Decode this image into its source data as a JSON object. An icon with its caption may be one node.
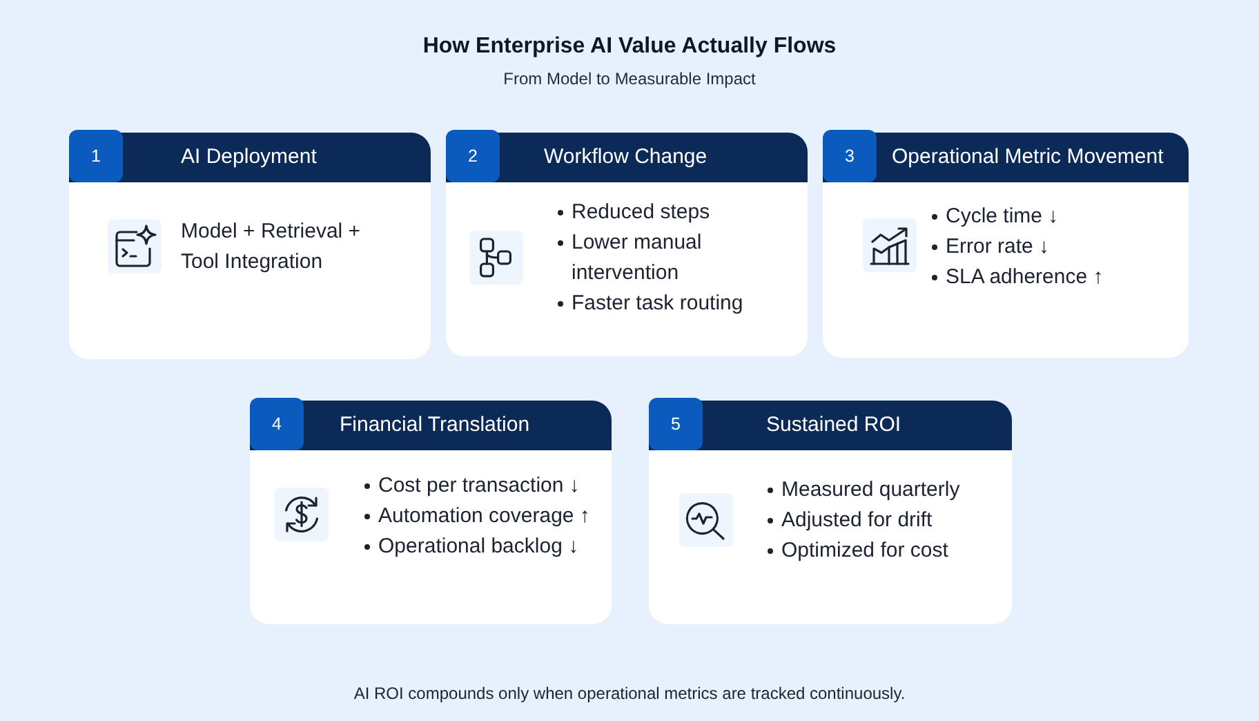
{
  "diagram": {
    "title": "How Enterprise AI Value Actually Flows",
    "caption": "AI ROI compounds only when operational metrics are tracked continuously.",
    "nodes": [
      {
        "text": [
          "AI Deployment",
          "Model + Retrieval + Tool Integration"
        ]
      },
      {
        "text": [
          "1"
        ],
        "in": 0
      },
      {
        "text": [
          "Workflow Change",
          "Reduced steps",
          "Lower manual intervention",
          "Faster task routing"
        ]
      },
      {
        "text": [
          "2"
        ],
        "in": 2
      },
      {
        "text": [
          "Operational Metric Movement",
          "Cycle time ↓",
          "Error rate ↓",
          "SLA adherence ↑"
        ]
      },
      {
        "text": [
          "3"
        ],
        "in": 4
      },
      {
        "text": [
          "Financial Translation",
          "Cost per transaction ↓",
          "Automation coverage ↑",
          "Operational backlog ↓"
        ]
      },
      {
        "text": [
          "4"
        ],
        "in": 6
      },
      {
        "text": [
          "Sustained ROI",
          "Measured quarterly",
          "Adjusted for drift",
          "Optimized for cost"
        ]
      },
      {
        "text": [
          "5"
        ],
        "in": 8
      }
    ],
    "labels": [
      "From Model to Measurable Impact"
    ]
  }
}
